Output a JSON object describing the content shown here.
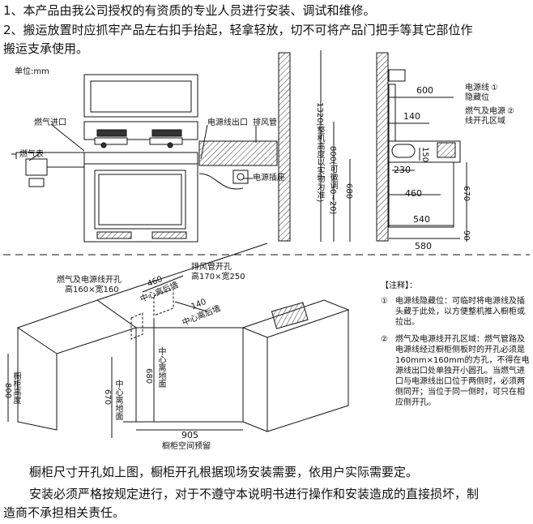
{
  "intro": {
    "line1": "1、本产品由我公司授权的有资质的专业人员进行安装、调试和维修。",
    "line2a": "2、搬运放置时应抓牢产品左右扣手抬起，轻拿轻放，切不可将产品门把手等其它部位作",
    "line2b": "搬运支承使用。"
  },
  "front_view": {
    "unit": "单位:mm",
    "gas_inlet": "燃气进口",
    "gas_meter": "燃气表",
    "power_cord_outlet": "电源线出口",
    "exhaust_pipe": "排风管",
    "power_socket": "电源插座",
    "height_label": "1320(整机高度以实物为准)",
    "adjustable_label": "800(可微调0~20)",
    "dim_680": "680"
  },
  "side_view": {
    "dim_600": "600",
    "dim_140": "140",
    "dim_150": "150",
    "dim_230": "230",
    "dim_460": "460",
    "dim_540": "540",
    "dim_580": "580",
    "dim_670": "670",
    "dim_90": "90",
    "callout1": "电源线",
    "callout1b": "隐藏位",
    "callout1_num": "①",
    "callout2": "燃气及电源",
    "callout2b": "线开孔区域",
    "callout2_num": "②"
  },
  "cabinet": {
    "gas_power_hole": "燃气及电源线开孔",
    "gas_power_hole_size": "高160×宽160",
    "exhaust_hole": "排风管开孔",
    "exhaust_hole_size": "高170×宽250",
    "dim_460": "460",
    "center_to_back_wall": "中心离后墙",
    "dim_140": "140",
    "center_to_back_wall2": "中心离后墙",
    "dim_680": "680",
    "center_to_floor": "中心离地面",
    "dim_670": "670",
    "center_to_floor2": "中心离地面",
    "dim_800": "800",
    "cabinet_height": "橱柜高度",
    "dim_905": "905",
    "reserved_space": "橱柜空间预留"
  },
  "notes": {
    "title": "【注释】：",
    "items": [
      {
        "num": "①",
        "text": "电源线隐藏位：可临时将电源线及插头藏于此处，以方便整机推入橱柜或拉出。"
      },
      {
        "num": "②",
        "text": "燃气及电源线开孔区域：燃气管路及电源线经过橱柜侧板时的开孔必须是160mm×160mm的方孔，不得在电源线出口处单独开小圆孔。当燃气进口与电源线出口位于两侧时，必须两侧同开；当位于同一侧时，可只在相应侧开孔。"
      }
    ]
  },
  "outro": {
    "line1": "橱柜尺寸开孔如上图，橱柜开孔根据现场安装需要，依用户实际需要定。",
    "line2a": "安装必须严格按规定进行，对于不遵守本说明书进行操作和安装造成的直接损坏，制",
    "line2b": "造商不承担相关责任。"
  }
}
